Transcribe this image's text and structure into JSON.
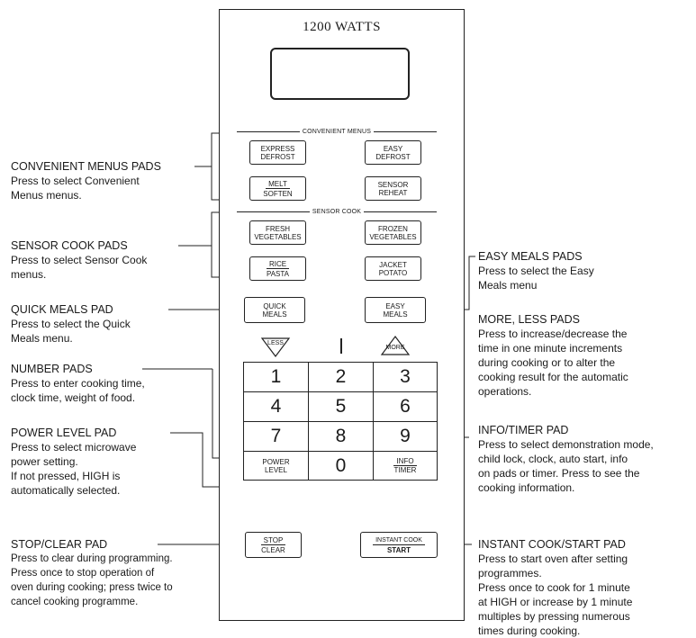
{
  "panel": {
    "watts": "1200 WATTS"
  },
  "sections": {
    "convenient": "CONVENIENT MENUS",
    "sensor": "SENSOR COOK"
  },
  "pads": {
    "express_defrost": [
      "EXPRESS",
      "DEFROST"
    ],
    "easy_defrost": [
      "EASY",
      "DEFROST"
    ],
    "melt_soften": [
      "MELT",
      "SOFTEN"
    ],
    "sensor_reheat": [
      "SENSOR",
      "REHEAT"
    ],
    "fresh_vegetables": [
      "FRESH",
      "VEGETABLES"
    ],
    "frozen_vegetables": [
      "FROZEN",
      "VEGETABLES"
    ],
    "rice_pasta": [
      "RICE",
      "PASTA"
    ],
    "jacket_potato": [
      "JACKET",
      "POTATO"
    ],
    "quick_meals": [
      "QUICK",
      "MEALS"
    ],
    "easy_meals": [
      "EASY",
      "MEALS"
    ],
    "less": "LESS",
    "more": "MORE",
    "power_level": [
      "POWER",
      "LEVEL"
    ],
    "info_timer": [
      "INFO",
      "TIMER"
    ],
    "stop_clear": [
      "STOP",
      "CLEAR"
    ],
    "instant_start": [
      "INSTANT COOK",
      "START"
    ]
  },
  "numbers": [
    "1",
    "2",
    "3",
    "4",
    "5",
    "6",
    "7",
    "8",
    "9",
    "0"
  ],
  "labels": {
    "convenient": {
      "heading": "CONVENIENT MENUS PADS",
      "body": [
        "Press to select Convenient",
        "Menus menus."
      ]
    },
    "sensor": {
      "heading": "SENSOR COOK PADS",
      "body": [
        "Press to select Sensor Cook",
        "menus."
      ]
    },
    "quick": {
      "heading": "QUICK MEALS PAD",
      "body": [
        "Press to select the Quick",
        "Meals menu."
      ]
    },
    "number": {
      "heading": "NUMBER PADS",
      "body": [
        "Press to enter cooking time,",
        "clock time, weight of food."
      ]
    },
    "power": {
      "heading": "POWER LEVEL PAD",
      "body": [
        "Press to select microwave",
        "power setting.",
        "If not pressed, HIGH is",
        "automatically selected."
      ]
    },
    "stop": {
      "heading": "STOP/CLEAR PAD",
      "body": [
        "Press to clear during programming.",
        "Press once to stop operation of",
        "oven during cooking; press twice to",
        "cancel cooking programme."
      ]
    },
    "easy_meals": {
      "heading": "EASY MEALS PADS",
      "body": [
        "Press to select the Easy",
        "Meals menu"
      ]
    },
    "more_less": {
      "heading": "MORE, LESS PADS",
      "body": [
        "Press to increase/decrease the",
        "time in one minute increments",
        "during cooking or to alter the",
        "cooking result for the automatic",
        "operations."
      ]
    },
    "info": {
      "heading": "INFO/TIMER PAD",
      "body": [
        "Press to select demonstration mode,",
        "child lock, clock, auto start, info",
        "on pads or timer. Press to see the",
        "cooking information."
      ]
    },
    "instant": {
      "heading": "INSTANT COOK/START PAD",
      "body": [
        "Press  to start oven after setting",
        "programmes.",
        "Press once to cook for 1 minute",
        "at HIGH or increase by 1 minute",
        "multiples by pressing numerous",
        "times during cooking."
      ]
    }
  }
}
